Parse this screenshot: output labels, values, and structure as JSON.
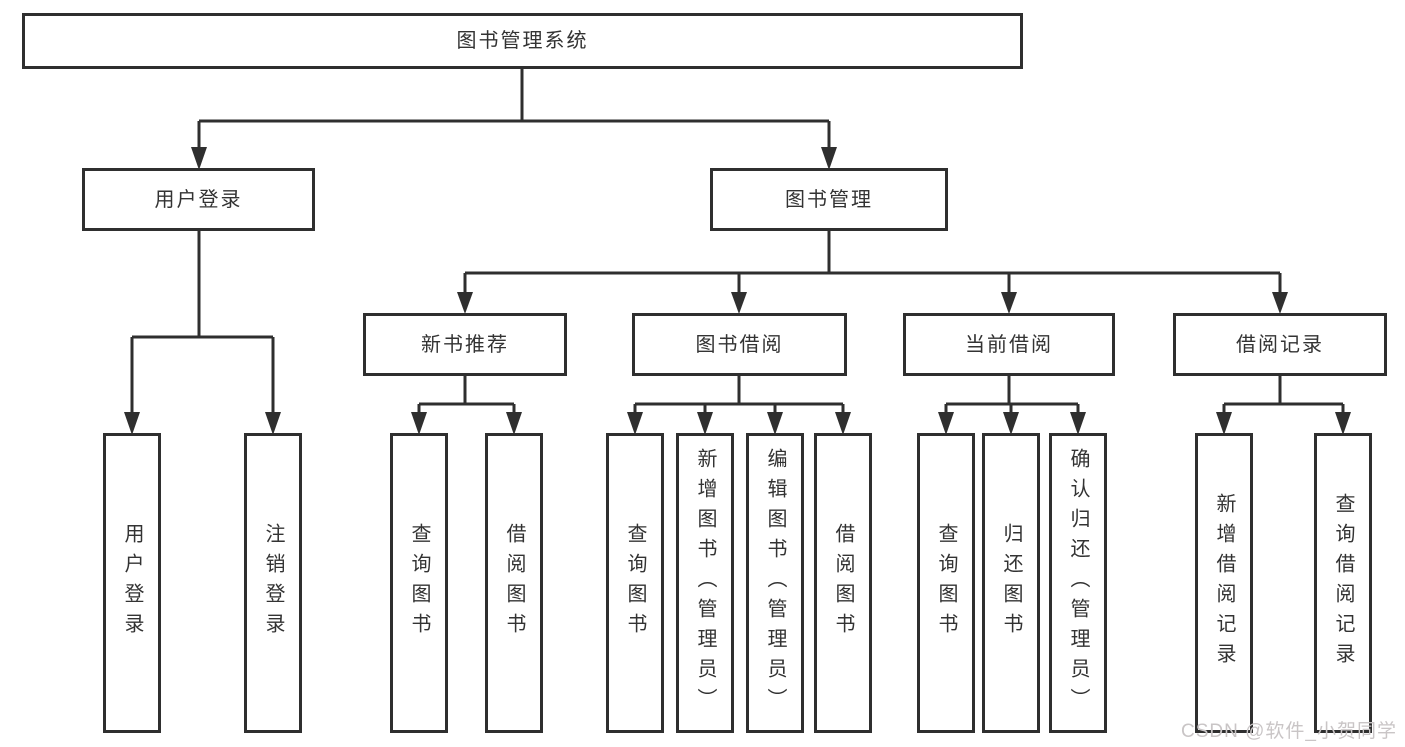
{
  "watermark": {
    "text": "CSDN @软件_小贺同学"
  },
  "colors": {
    "line": "#2f2f2f",
    "box_border": "#2f2f2f",
    "text": "#333333",
    "watermark": "#c9c5c6",
    "background": "#ffffff"
  },
  "tree": {
    "label": "图书管理系统",
    "children": [
      {
        "label": "用户登录",
        "children": [
          {
            "label": "用户登录"
          },
          {
            "label": "注销登录"
          }
        ]
      },
      {
        "label": "图书管理",
        "children": [
          {
            "label": "新书推荐",
            "children": [
              {
                "label": "查询图书"
              },
              {
                "label": "借阅图书"
              }
            ]
          },
          {
            "label": "图书借阅",
            "children": [
              {
                "label": "查询图书"
              },
              {
                "label": "新增图书（管理员）"
              },
              {
                "label": "编辑图书（管理员）"
              },
              {
                "label": "借阅图书"
              }
            ]
          },
          {
            "label": "当前借阅",
            "children": [
              {
                "label": "查询图书"
              },
              {
                "label": "归还图书"
              },
              {
                "label": "确认归还（管理员）"
              }
            ]
          },
          {
            "label": "借阅记录",
            "children": [
              {
                "label": "新增借阅记录"
              },
              {
                "label": "查询借阅记录"
              }
            ]
          }
        ]
      }
    ]
  }
}
